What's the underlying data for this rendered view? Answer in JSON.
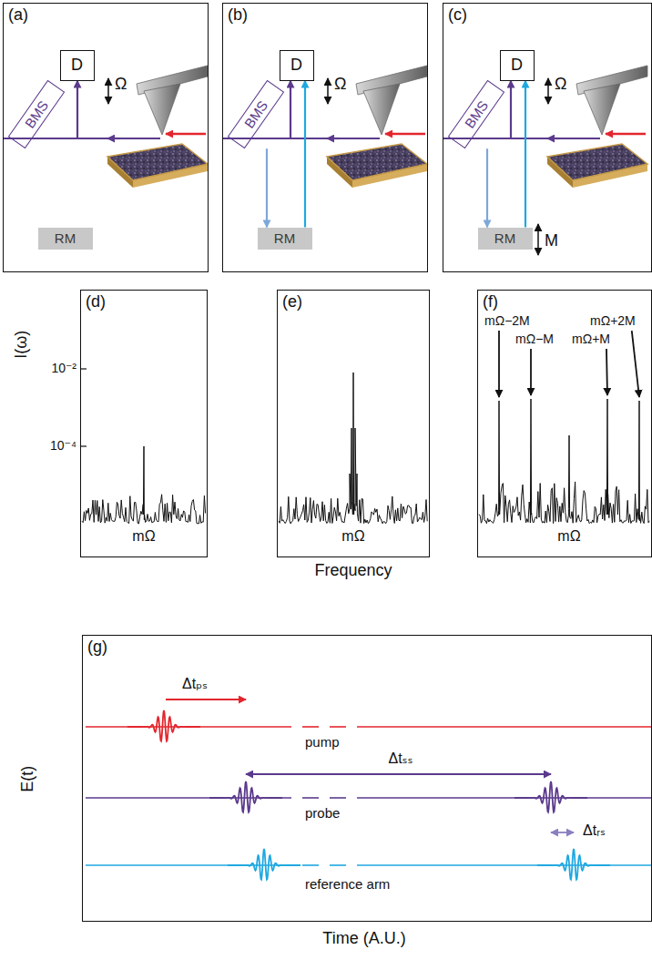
{
  "diagram": {
    "nodes": [
      {
        "text": [
          "(a)"
        ]
      },
      {
        "text": [
          "D"
        ],
        "in": 0
      },
      {
        "text": [
          "BMS"
        ],
        "in": 0
      },
      {
        "text": [
          "RM"
        ],
        "in": 0
      },
      {
        "text": [
          "(b)"
        ]
      },
      {
        "text": [
          "D"
        ],
        "in": 4
      },
      {
        "text": [
          "BMS"
        ],
        "in": 4
      },
      {
        "text": [
          "RM"
        ],
        "in": 4
      },
      {
        "text": [
          "(c)"
        ]
      },
      {
        "text": [
          "D"
        ],
        "in": 8
      },
      {
        "text": [
          "BMS"
        ],
        "in": 8
      },
      {
        "text": [
          "RM"
        ],
        "in": 8
      },
      {
        "text": [
          "(d)"
        ]
      },
      {
        "text": [
          "(e)"
        ]
      },
      {
        "text": [
          "(f)"
        ]
      },
      {
        "text": [
          "(g)"
        ]
      }
    ],
    "edges": [
      {
        "from": 2,
        "to": 1,
        "arrow": "to"
      },
      {
        "from": 6,
        "to": 5,
        "arrow": "to"
      },
      {
        "from": 6,
        "to": 7,
        "arrow": "to"
      },
      {
        "from": 7,
        "to": 5,
        "arrow": "to"
      },
      {
        "from": 10,
        "to": 9,
        "arrow": "to"
      },
      {
        "from": 10,
        "to": 11,
        "arrow": "to"
      },
      {
        "from": 11,
        "to": 9,
        "arrow": "to"
      }
    ],
    "labels": [
      "Ω",
      "Ω",
      "Ω",
      "M",
      "I(ω)",
      "10⁻²",
      "10⁻⁴",
      "mΩ",
      "mΩ",
      "mΩ",
      "Frequency",
      "mΩ−2M",
      "mΩ−M",
      "mΩ+M",
      "mΩ+2M",
      "E(t)",
      "Δtₚₛ",
      "pump",
      "Δtₛₛ",
      "probe",
      "Δtᵣₛ",
      "reference arm",
      "Time (A.U.)"
    ]
  }
}
